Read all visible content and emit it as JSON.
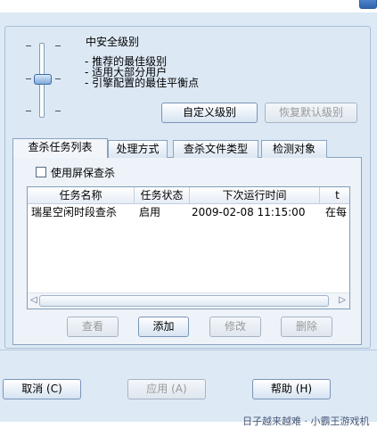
{
  "level": {
    "title": "中安全级别",
    "lines": [
      "- 推荐的最佳级别",
      "- 适用大部分用户",
      "- 引擎配置的最佳平衡点"
    ]
  },
  "level_buttons": {
    "custom": "自定义级别",
    "restore": "恢复默认级别"
  },
  "tabs": [
    "查杀任务列表",
    "处理方式",
    "查杀文件类型",
    "检测对象"
  ],
  "checkbox": {
    "label": "使用屏保查杀",
    "checked": false
  },
  "list": {
    "columns": [
      "任务名称",
      "任务状态",
      "下次运行时间",
      "t"
    ],
    "rows": [
      {
        "name": "瑞星空闲时段查杀",
        "status": "启用",
        "next": "2009-02-08 11:15:00",
        "extra": "在每"
      }
    ]
  },
  "task_buttons": {
    "view": "查看",
    "add": "添加",
    "modify": "修改",
    "delete": "删除"
  },
  "dialog_buttons": {
    "cancel": "取消 (C)",
    "apply": "应用 (A)",
    "help": "帮助 (H)"
  },
  "footer": {
    "text": "日子越来越难 · 小霸王游戏机"
  },
  "colors": {
    "background": "#dde9f5",
    "border": "#8aa3c0",
    "disabled_text": "#9a9a9a"
  }
}
